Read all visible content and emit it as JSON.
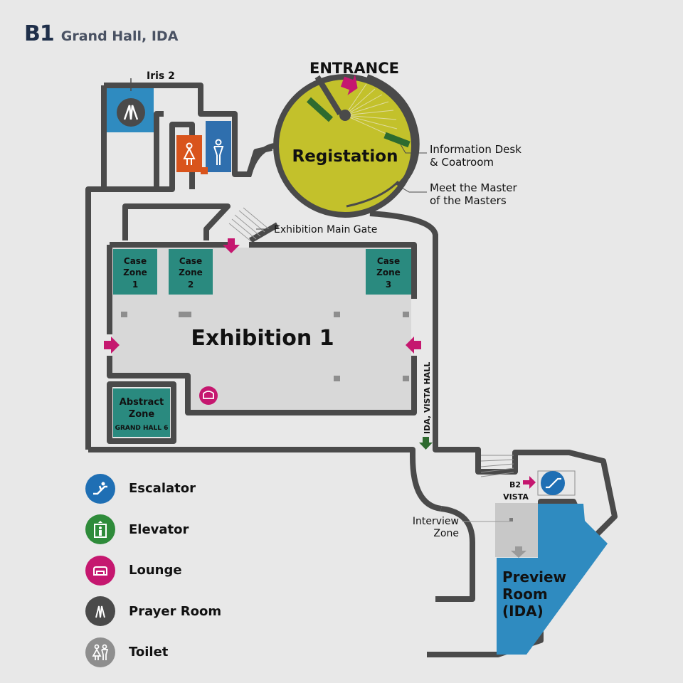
{
  "header": {
    "level": "B1",
    "hall": "Grand Hall, IDA"
  },
  "labels": {
    "entrance": "ENTRANCE",
    "registration": "Registation",
    "iris": "Iris 2",
    "info_desk_1": "Information Desk",
    "info_desk_2": "& Coatroom",
    "meet_1": "Meet the Master",
    "meet_2": "of the Masters",
    "main_gate": "Exhibition Main Gate",
    "exhibition": "Exhibition 1",
    "ida_vista": "IDA, VISTA HALL",
    "b2": "B2",
    "vista": "VISTA",
    "interview_1": "Interview",
    "interview_2": "Zone",
    "preview_1": "Preview",
    "preview_2": "Room",
    "preview_3": "(IDA)"
  },
  "zones": {
    "case1": [
      "Case",
      "Zone",
      "1"
    ],
    "case2": [
      "Case",
      "Zone",
      "2"
    ],
    "case3": [
      "Case",
      "Zone",
      "3"
    ],
    "abstract_1": "Abstract",
    "abstract_2": "Zone",
    "abstract_3": "GRAND HALL 6"
  },
  "legend": [
    {
      "label": "Escalator",
      "icon": "escalator-icon",
      "color": "#1f6fb4"
    },
    {
      "label": "Elevator",
      "icon": "elevator-icon",
      "color": "#2e8b3a"
    },
    {
      "label": "Lounge",
      "icon": "lounge-icon",
      "color": "#c5176f"
    },
    {
      "label": "Prayer Room",
      "icon": "prayer-room-icon",
      "color": "#4a4a4a"
    },
    {
      "label": "Toilet",
      "icon": "toilet-icon",
      "color": "#8e8e8e"
    }
  ],
  "colors": {
    "wall": "#4a4a4a",
    "floor": "#d8d8d8",
    "registration": "#c3c12b",
    "teal": "#2a8a7f",
    "blue": "#2f8bc0",
    "magenta": "#c5176f",
    "orange": "#d9541c",
    "green": "#2e6b2f",
    "navy": "#1f2f4a"
  }
}
